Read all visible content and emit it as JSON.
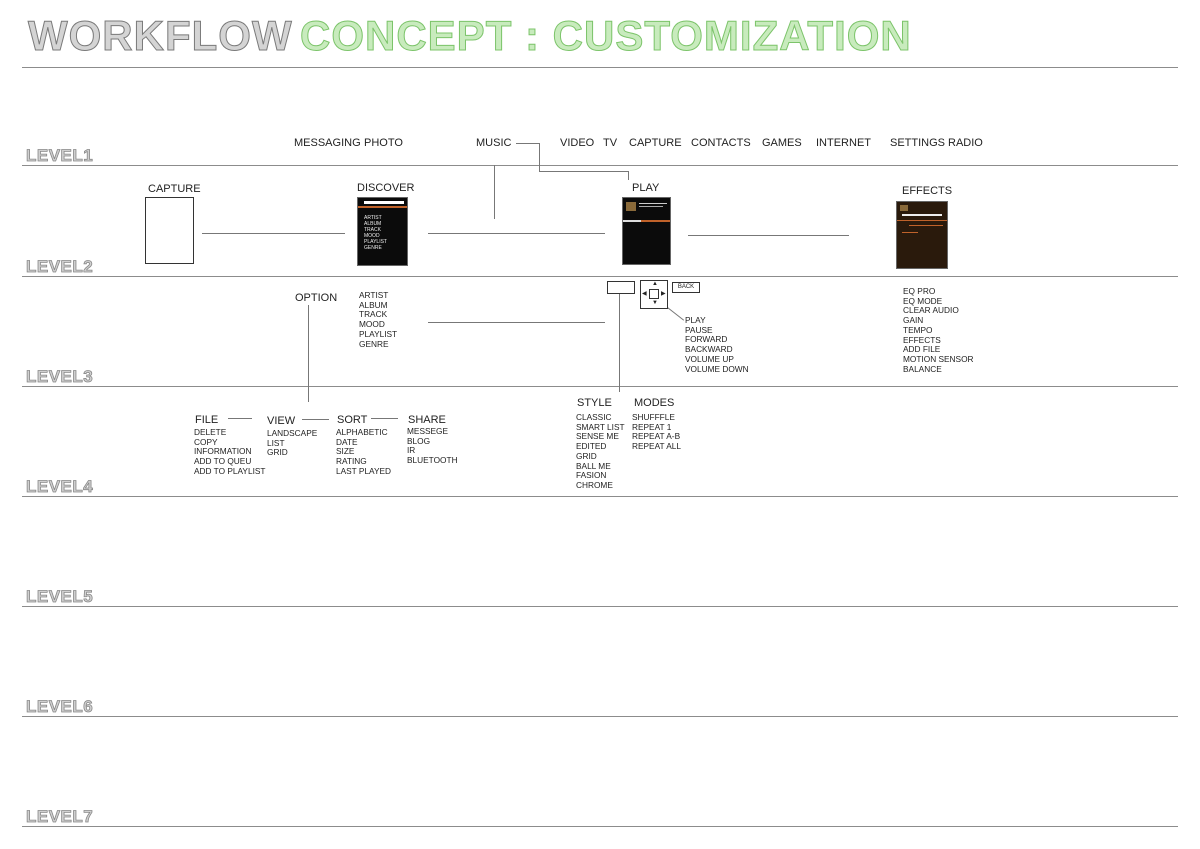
{
  "header": {
    "title": "WORKFLOW",
    "subtitle": "CONCEPT : CUSTOMIZATION"
  },
  "levels": [
    "LEVEL1",
    "LEVEL2",
    "LEVEL3",
    "LEVEL4",
    "LEVEL5",
    "LEVEL6",
    "LEVEL7"
  ],
  "level1": {
    "items": [
      "MESSAGING",
      "PHOTO",
      "MUSIC",
      "VIDEO",
      "TV",
      "CAPTURE",
      "CONTACTS",
      "GAMES",
      "INTERNET",
      "SETTINGS",
      "RADIO"
    ]
  },
  "level2": {
    "capture": "CAPTURE",
    "discover": "DISCOVER",
    "play": "PLAY",
    "effects": "EFFECTS",
    "discover_screen": [
      "ARTIST",
      "ALBUM",
      "TRACK",
      "MOOD",
      "PLAYLIST",
      "GENRE"
    ]
  },
  "level3": {
    "option": "OPTION",
    "option_list": [
      "ARTIST",
      "ALBUM",
      "TRACK",
      "MOOD",
      "PLAYLIST",
      "GENRE"
    ],
    "back_label": "BACK",
    "controls": [
      "PLAY",
      "PAUSE",
      "FORWARD",
      "BACKWARD",
      "VOLUME UP",
      "VOLUME DOWN"
    ],
    "effects_list": [
      "EQ PRO",
      "EQ MODE",
      "CLEAR AUDIO",
      "GAIN",
      "TEMPO",
      "EFFECTS",
      "ADD FILE",
      "MOTION SENSOR",
      "BALANCE"
    ]
  },
  "level4": {
    "file": {
      "title": "FILE",
      "items": [
        "DELETE",
        "COPY",
        "INFORMATION",
        "ADD TO QUEU",
        "ADD TO PLAYLIST"
      ]
    },
    "view": {
      "title": "VIEW",
      "items": [
        "LANDSCAPE",
        "LIST",
        "GRID"
      ]
    },
    "sort": {
      "title": "SORT",
      "items": [
        "ALPHABETIC",
        "DATE",
        "SIZE",
        "RATING",
        "LAST PLAYED"
      ]
    },
    "share": {
      "title": "SHARE",
      "items": [
        "MESSEGE",
        "BLOG",
        "IR",
        "BLUETOOTH"
      ]
    },
    "style": {
      "title": "STYLE",
      "items": [
        "CLASSIC",
        "SMART LIST",
        "SENSE ME",
        "EDITED",
        "GRID",
        "BALL ME",
        "FASION",
        "CHROME"
      ]
    },
    "modes": {
      "title": "MODES",
      "items": [
        "SHUFFFLE",
        "REPEAT 1",
        "REPEAT A-B",
        "REPEAT ALL"
      ]
    }
  },
  "colors": {
    "title_outline": "#8a8a8a",
    "subtitle_outline": "#9fd88f",
    "accent_orange": "#c0622a"
  }
}
